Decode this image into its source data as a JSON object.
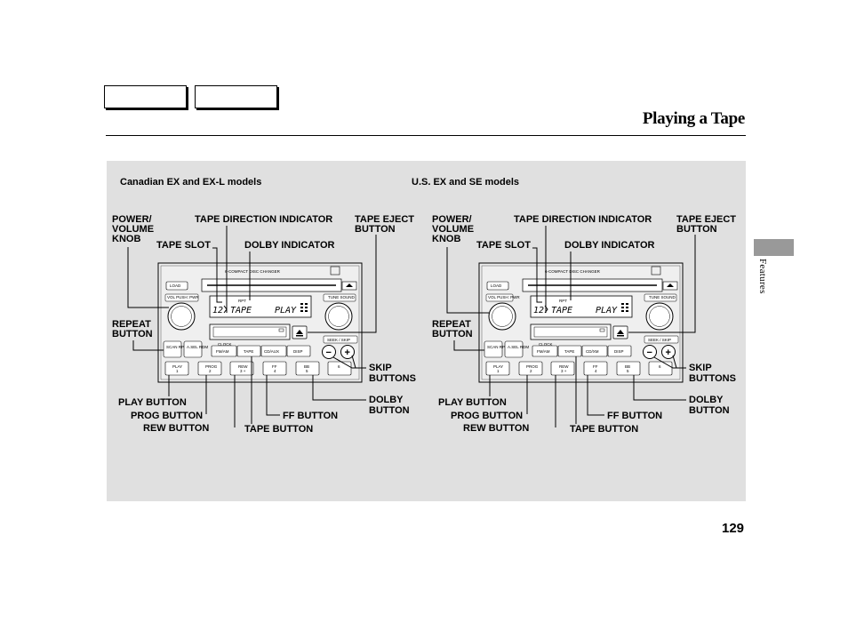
{
  "page": {
    "title": "Playing a Tape",
    "section_tab": "Features",
    "page_number": "129"
  },
  "figures": [
    {
      "model_caption": "Canadian EX and EX-L models",
      "labels": {
        "power_volume_knob": [
          "POWER/",
          "VOLUME",
          "KNOB"
        ],
        "tape_direction_indicator": "TAPE DIRECTION INDICATOR",
        "tape_eject_button": [
          "TAPE EJECT",
          "BUTTON"
        ],
        "tape_slot": "TAPE SLOT",
        "dolby_indicator": "DOLBY INDICATOR",
        "repeat_button": [
          "REPEAT",
          "BUTTON"
        ],
        "skip_buttons": [
          "SKIP",
          "BUTTONS"
        ],
        "dolby_button": [
          "DOLBY",
          "BUTTON"
        ],
        "play_button": "PLAY BUTTON",
        "prog_button": "PROG BUTTON",
        "rew_button": "REW BUTTON",
        "ff_button": "FF BUTTON",
        "tape_button": "TAPE BUTTON"
      },
      "unit": {
        "header": "6-COMPACT DISC CHANGER",
        "load": "LOAD",
        "vol_label": "VOL PUSH: PWR",
        "tune_label": "TUNE SOUND",
        "display_rpt": "RPT",
        "display_mode": "TAPE",
        "display_state": "PLAY",
        "display_num": "12",
        "seek_label": "SEEK / SKIP",
        "scan_label": "SCAN RPT",
        "as_label": "A.SEL RDM",
        "row1": [
          "FM/AM",
          "TAPE",
          "CD/AUX",
          "DISP"
        ],
        "row2": [
          "PLAY",
          "PROG",
          "REW",
          "FF",
          "BB",
          "6"
        ],
        "row2_sub": [
          "1",
          "2",
          "3 +",
          "4",
          "5",
          ""
        ],
        "clock": "CLOCK"
      }
    },
    {
      "model_caption": "U.S. EX and SE models",
      "labels": {
        "power_volume_knob": [
          "POWER/",
          "VOLUME",
          "KNOB"
        ],
        "tape_direction_indicator": "TAPE DIRECTION INDICATOR",
        "tape_eject_button": [
          "TAPE EJECT",
          "BUTTON"
        ],
        "tape_slot": "TAPE SLOT",
        "dolby_indicator": "DOLBY INDICATOR",
        "repeat_button": [
          "REPEAT",
          "BUTTON"
        ],
        "skip_buttons": [
          "SKIP",
          "BUTTONS"
        ],
        "dolby_button": [
          "DOLBY",
          "BUTTON"
        ],
        "play_button": "PLAY BUTTON",
        "prog_button": "PROG BUTTON",
        "rew_button": "REW BUTTON",
        "ff_button": "FF BUTTON",
        "tape_button": "TAPE BUTTON"
      },
      "unit": {
        "header": "6-COMPACT DISC CHANGER",
        "load": "LOAD",
        "vol_label": "VOL PUSH: PWR",
        "tune_label": "TUNE SOUND",
        "display_rpt": "RPT",
        "display_mode": "TAPE",
        "display_state": "PLAY",
        "display_num": "12",
        "seek_label": "SEEK / SKIP",
        "scan_label": "SCAN RPT",
        "as_label": "A.SEL RDM",
        "row1": [
          "FM/AM",
          "TAPE",
          "CD/XM",
          "DISP"
        ],
        "row2": [
          "PLAY",
          "PROG",
          "REW",
          "FF",
          "BB",
          "6"
        ],
        "row2_sub": [
          "1",
          "2",
          "3 +",
          "4",
          "5",
          ""
        ],
        "clock": "CLOCK"
      }
    }
  ]
}
